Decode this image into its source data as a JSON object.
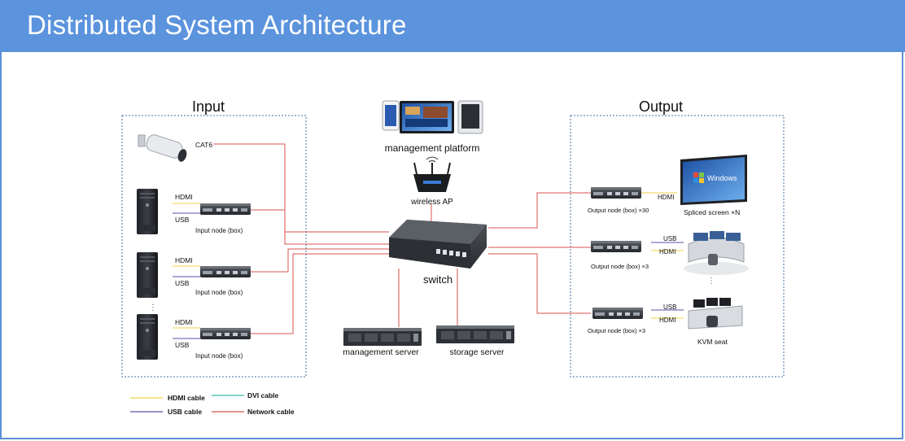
{
  "header": {
    "title": "Distributed System Architecture"
  },
  "sections": {
    "input": "Input",
    "output": "Output"
  },
  "platform": {
    "label": "management platform",
    "ap_label": "wireless AP"
  },
  "switch": {
    "label": "switch"
  },
  "camera": {
    "cable_label": "CAT6"
  },
  "input_nodes": [
    {
      "hdmi": "HDMI",
      "usb": "USB",
      "label": "Input node (box)"
    },
    {
      "hdmi": "HDMI",
      "usb": "USB",
      "label": "Input node (box)"
    },
    {
      "hdmi": "HDMI",
      "usb": "USB",
      "label": "Input node (box)"
    }
  ],
  "output_nodes": [
    {
      "cable_top": "HDMI",
      "label": "Output node (box) ×30",
      "device": "Spliced screen  ×N",
      "screen_text": "Windows"
    },
    {
      "cable_top": "USB",
      "cable_bottom": "HDMI",
      "label": "Output node (box)  ×3",
      "device": ""
    },
    {
      "cable_top": "USB",
      "cable_bottom": "HDMI",
      "label": "Output node (box)  ×3",
      "device": "KVM seat"
    }
  ],
  "servers": {
    "management": "management server",
    "storage": "storage server"
  },
  "legend": {
    "hdmi": "HDMI cable",
    "dvi": "DVI cable",
    "usb": "USB cable",
    "network": "Network cable",
    "colors": {
      "hdmi": "#f2d24a",
      "dvi": "#3fb8a8",
      "usb": "#5a4fa8",
      "network": "#d9534f"
    }
  },
  "colors": {
    "title_bar": "#5b93dd",
    "section_border": "#4a6fa5"
  }
}
